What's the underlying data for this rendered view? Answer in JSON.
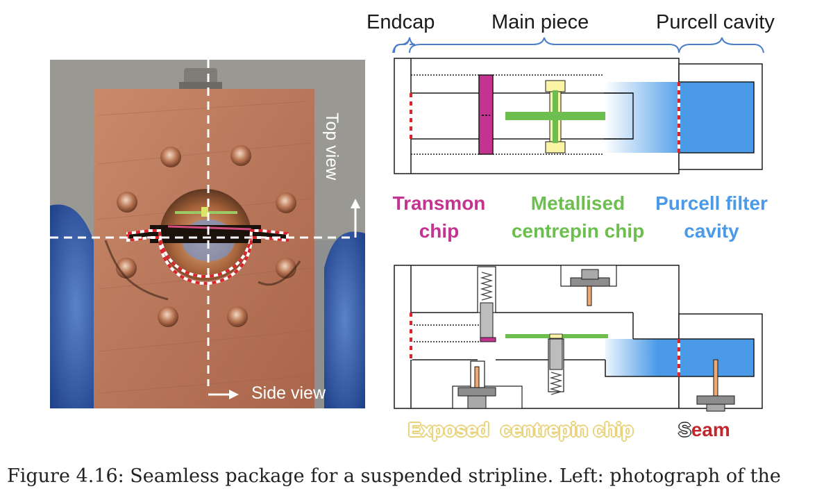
{
  "photo": {
    "top_view_label": "Top view",
    "side_view_label": "Side view"
  },
  "headers": {
    "endcap": "Endcap",
    "main_piece": "Main piece",
    "purcell_cavity": "Purcell cavity"
  },
  "legend": {
    "transmon": [
      "Transmon",
      "chip"
    ],
    "centrepin": [
      "Metallised",
      "centrepin chip"
    ],
    "purcell": [
      "Purcell filter",
      "cavity"
    ]
  },
  "bottom_labels": {
    "exposed": "Exposed",
    "centrepin_chip": "centrepin chip",
    "seam_first": "S",
    "seam_rest": "eam"
  },
  "caption": "Figure 4.16: Seamless package for a suspended stripline. Left: photograph of the",
  "colors": {
    "transmon": "#c4338f",
    "centrepin": "#6cbf4f",
    "purcell": "#4a9ae8",
    "exposed": "#fbf3a6",
    "seam": "#d9262b",
    "bracket": "#4a7ec9"
  }
}
